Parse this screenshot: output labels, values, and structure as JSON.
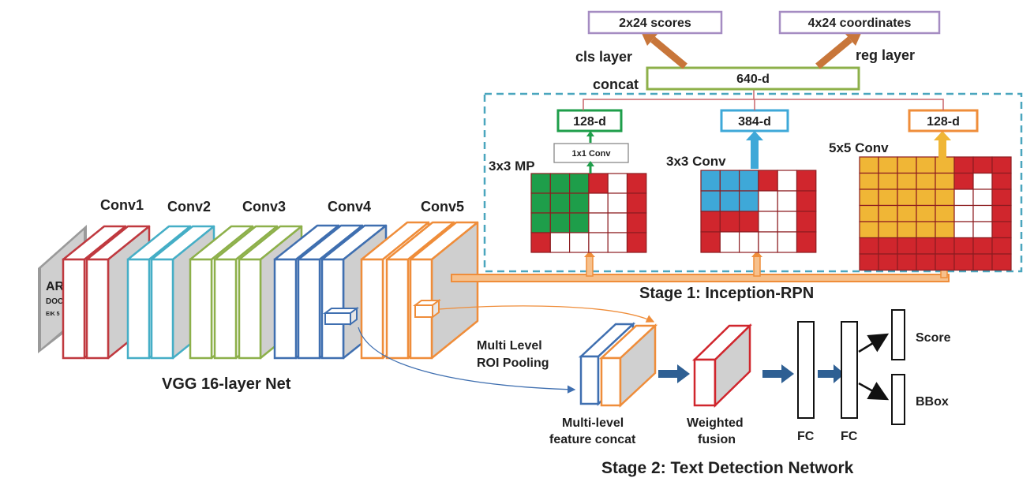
{
  "vgg": {
    "net_label": "VGG 16-layer Net",
    "blocks": [
      {
        "label": "Conv1",
        "color": "#c0393f"
      },
      {
        "label": "Conv2",
        "color": "#45aec6"
      },
      {
        "label": "Conv3",
        "color": "#8db04a"
      },
      {
        "label": "Conv4",
        "color": "#3f6fb0"
      },
      {
        "label": "Conv5",
        "color": "#ef8d3a"
      }
    ]
  },
  "stage1": {
    "title": "Stage 1: Inception-RPN",
    "outputs": {
      "scores": "2x24 scores",
      "coordinates": "4x24 coordinates",
      "cls_label": "cls layer",
      "reg_label": "reg layer",
      "concat_label": "concat",
      "concat_dim": "640-d"
    },
    "branches": [
      {
        "op": "3x3 MP",
        "dim": "128-d",
        "extra": "1x1 Conv",
        "color": "#1e9e4a"
      },
      {
        "op": "3x3 Conv",
        "dim": "384-d",
        "color": "#3ea8d8"
      },
      {
        "op": "5x5 Conv",
        "dim": "128-d",
        "color": "#f0b636"
      }
    ]
  },
  "stage2": {
    "title": "Stage 2: Text Detection Network",
    "roi_pooling": "Multi Level\nROI Pooling",
    "roi_line1": "Multi Level",
    "roi_line2": "ROI Pooling",
    "concat_line1": "Multi-level",
    "concat_line2": "feature concat",
    "fusion_line1": "Weighted",
    "fusion_line2": "fusion",
    "fc1": "FC",
    "fc2": "FC",
    "score": "Score",
    "bbox": "BBox"
  },
  "colors": {
    "grid_red": "#d0262d",
    "orange_arrow": "#ef8d3a",
    "dashed_border": "#4aa6be",
    "navy_arrow": "#2e5f93",
    "purple_box": "#a58cc2",
    "olive_box": "#8db04a",
    "brown_arrow": "#c8763a"
  },
  "input_image": {
    "text_lines": [
      "AR",
      "DOC",
      "EIK 5"
    ]
  }
}
